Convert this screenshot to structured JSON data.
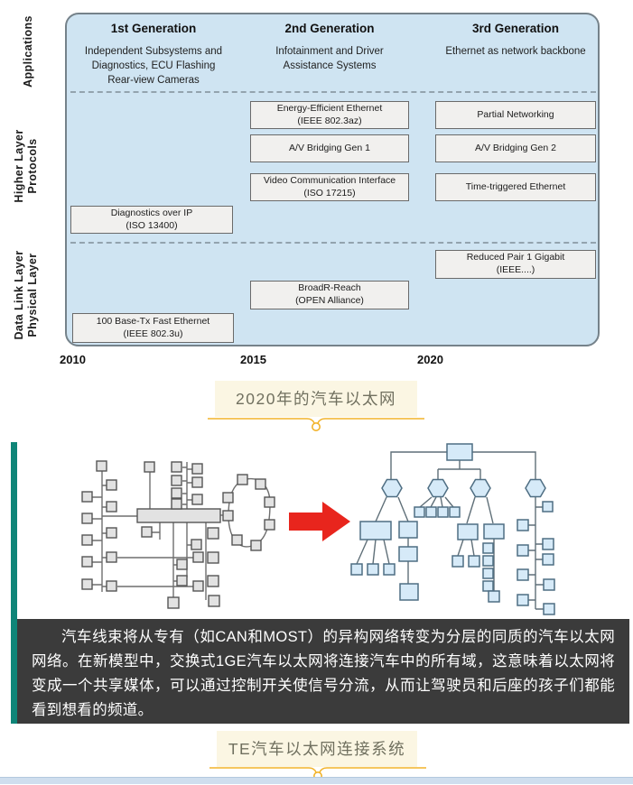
{
  "roadmap": {
    "row_labels": [
      "Applications",
      "Higher Layer\nProtocols",
      "Data Link Layer\nPhysical Layer"
    ],
    "columns": [
      {
        "title": "1st Generation",
        "description": "Independent Subsystems and Diagnostics, ECU Flashing Rear-view Cameras"
      },
      {
        "title": "2nd Generation",
        "description": "Infotainment and Driver Assistance Systems"
      },
      {
        "title": "3rd Generation",
        "description": "Ethernet as network backbone"
      }
    ],
    "boxes": [
      {
        "title": "Diagnostics over IP",
        "sub": "(ISO 13400)"
      },
      {
        "title": "100 Base-Tx Fast Ethernet",
        "sub": "(IEEE 802.3u)"
      },
      {
        "title": "Energy-Efficient Ethernet",
        "sub": "(IEEE 802.3az)"
      },
      {
        "title": "A/V Bridging Gen 1",
        "sub": ""
      },
      {
        "title": "Video Communication Interface",
        "sub": "(ISO 17215)"
      },
      {
        "title": "BroadR-Reach",
        "sub": "(OPEN Alliance)"
      },
      {
        "title": "Partial Networking",
        "sub": ""
      },
      {
        "title": "A/V Bridging Gen 2",
        "sub": ""
      },
      {
        "title": "Time-triggered Ethernet",
        "sub": ""
      },
      {
        "title": "Reduced Pair 1 Gigabit",
        "sub": "(IEEE....)"
      }
    ],
    "timeline": [
      "2010",
      "2015",
      "2020"
    ]
  },
  "captions": {
    "first": "2020年的汽车以太网",
    "second": "TE汽车以太网连接系统"
  },
  "paragraph": "汽车线束将从专有（如CAN和MOST）的异构网络转变为分层的同质的汽车以太网网络。在新模型中，交换式1GE汽车以太网将连接汽车中的所有域，这意味着以太网将变成一个共享媒体，可以通过控制开关使信号分流，从而让驾驶员和后座的孩子们都能看到想看的频道。",
  "colors": {
    "panel_blue": "#cfe4f2",
    "accent_teal": "#0f8578",
    "accent_gold": "#f2b32a",
    "arrow_red": "#e8251d",
    "block_dark": "#3b3b3b",
    "caption_bg": "#fbf6e3",
    "node_blue": "#d6eaf8",
    "bottom_bar": "#cfdeee"
  }
}
